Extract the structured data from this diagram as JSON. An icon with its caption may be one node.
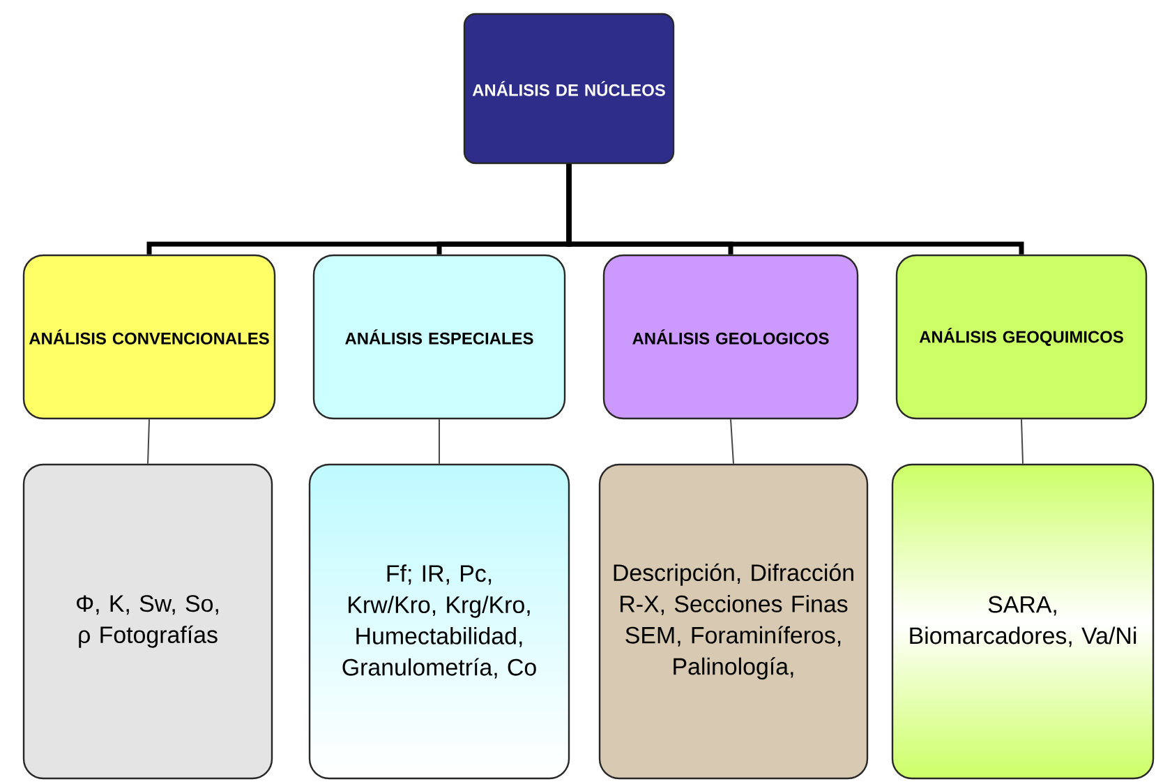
{
  "diagram": {
    "nodes": [
      {
        "text": [
          "ANÁLISIS DE NÚCLEOS"
        ]
      },
      {
        "text": [
          "ANÁLISIS CONVENCIONALES"
        ]
      },
      {
        "text": [
          "ANÁLISIS ESPECIALES"
        ]
      },
      {
        "text": [
          "ANÁLISIS GEOLOGICOS"
        ]
      },
      {
        "text": [
          "ANÁLISIS GEOQUIMICOS"
        ]
      },
      {
        "text": [
          "Φ, K, Sw, So, ρ Fotografías"
        ]
      },
      {
        "text": [
          "Ff; IR, Pc, Krw/Kro, Krg/Kro, Humectabilidad, Granulometría, Co"
        ]
      },
      {
        "text": [
          "Descripción, Difracción R-X, Secciones Finas SEM, Foraminíferos, Palinología,"
        ]
      },
      {
        "text": [
          "SARA, Biomarcadores, Va/Ni"
        ]
      }
    ],
    "edges": [
      {
        "from": 0,
        "to": 1,
        "arrow": "none",
        "style": "thick"
      },
      {
        "from": 0,
        "to": 2,
        "arrow": "none",
        "style": "thick"
      },
      {
        "from": 0,
        "to": 3,
        "arrow": "none",
        "style": "thick"
      },
      {
        "from": 0,
        "to": 4,
        "arrow": "none",
        "style": "thick"
      },
      {
        "from": 1,
        "to": 5,
        "arrow": "none"
      },
      {
        "from": 2,
        "to": 6,
        "arrow": "none"
      },
      {
        "from": 3,
        "to": 7,
        "arrow": "none"
      },
      {
        "from": 4,
        "to": 8,
        "arrow": "none"
      }
    ]
  }
}
